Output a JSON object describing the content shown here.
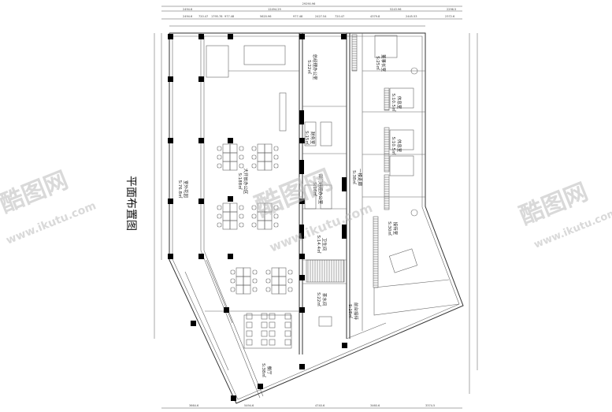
{
  "drawing_title": "平面布置图",
  "watermark": {
    "brand": "酷图网",
    "url": "www.ikutu.com"
  },
  "dimensions": {
    "top_total": "29290.96",
    "top_row1": [
      "2494.6",
      "12494.29",
      "5243.96",
      "2296.5"
    ],
    "top_row2": [
      "2494.6",
      "720.47",
      "1795.78",
      "977.48",
      "5620.96",
      "977.48",
      "2427.54",
      "720.47",
      "4379.8",
      "2445.53",
      "2372.6"
    ],
    "bottom_row": [
      "3664.6",
      "5494.6",
      "4740.6",
      "3460.6",
      "3374.5"
    ]
  },
  "rooms": [
    {
      "name": "室外花园",
      "area": "S:76.8㎡"
    },
    {
      "name": "大开放办公区",
      "area": "S:188㎡"
    },
    {
      "name": "总经理办公室",
      "area": "S:22㎡"
    },
    {
      "name": "财务室",
      "area": "S:15㎡"
    },
    {
      "name": "部门经理办公室",
      "area": "S:16㎡"
    },
    {
      "name": "卫生间",
      "area": "S:14.4㎡"
    },
    {
      "name": "茶水间",
      "area": "S:22㎡"
    },
    {
      "name": "餐厅",
      "area": "S:38㎡"
    },
    {
      "name": "前台接待",
      "area": "S:18㎡"
    },
    {
      "name": "董事长室",
      "area": "S:25㎡"
    },
    {
      "name": "休息室",
      "area": "S:10.5㎡"
    },
    {
      "name": "休息室",
      "area": "S:10.5㎡"
    },
    {
      "name": "一楼走廊",
      "area": "S:38㎡"
    },
    {
      "name": "接待室",
      "area": "S:30㎡"
    }
  ]
}
